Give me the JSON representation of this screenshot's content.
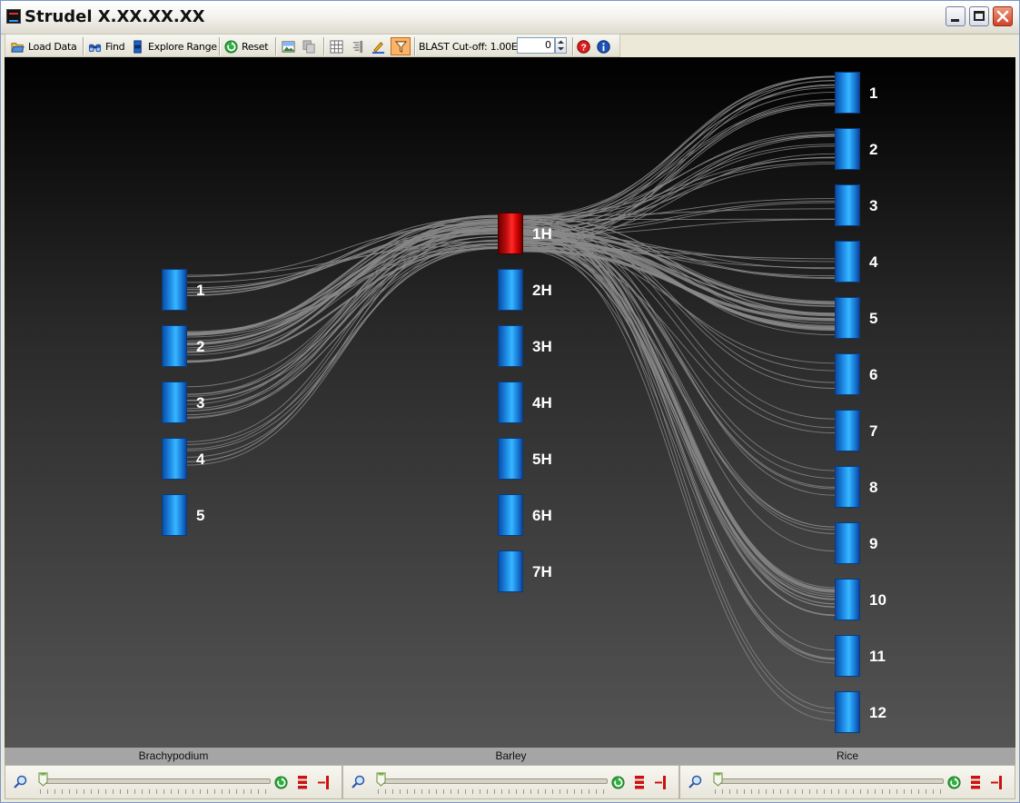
{
  "window": {
    "title": "Strudel X.XX.XX.XX"
  },
  "toolbar": {
    "load_data": "Load Data",
    "find": "Find",
    "explore_range": "Explore Range",
    "reset": "Reset",
    "blast_label": "BLAST Cut-off: 1.00E",
    "blast_value": "0"
  },
  "genomes": [
    {
      "name": "Brachypodium",
      "chromosomes": [
        "1",
        "2",
        "3",
        "4",
        "5"
      ]
    },
    {
      "name": "Barley",
      "chromosomes": [
        "1H",
        "2H",
        "3H",
        "4H",
        "5H",
        "6H",
        "7H"
      ],
      "selected": "1H"
    },
    {
      "name": "Rice",
      "chromosomes": [
        "1",
        "2",
        "3",
        "4",
        "5",
        "6",
        "7",
        "8",
        "9",
        "10",
        "11",
        "12"
      ]
    }
  ],
  "colors": {
    "chromosome": "#1f8ee8",
    "selected_chromosome": "#c50f0f",
    "links": "#8a8a8a"
  }
}
